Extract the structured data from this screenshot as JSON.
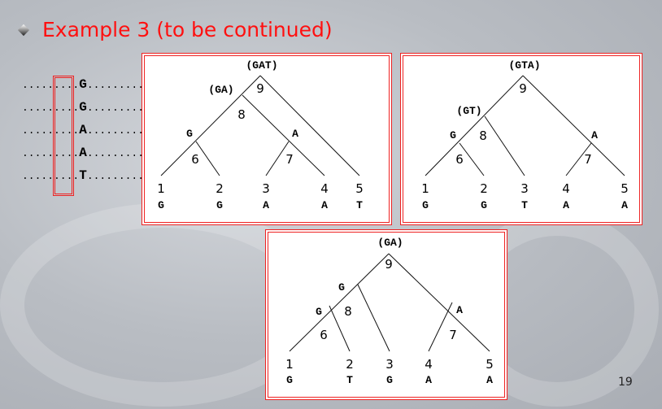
{
  "title": "Example 3 (to be continued)",
  "sequence": [
    "G",
    "G",
    "A",
    "A",
    "T"
  ],
  "dots": ".........",
  "trees": [
    {
      "nodes": {
        "root": "(GAT)",
        "n9": "9",
        "gaLabel": "(GA)",
        "n8": "8",
        "g": "G",
        "n6": "6",
        "a": "A",
        "n7": "7"
      },
      "leaves": [
        {
          "n": "1",
          "s": "G"
        },
        {
          "n": "2",
          "s": "G"
        },
        {
          "n": "3",
          "s": "A"
        },
        {
          "n": "4",
          "s": "A"
        },
        {
          "n": "5",
          "s": "T"
        }
      ]
    },
    {
      "nodes": {
        "root": "(GTA)",
        "n9": "9",
        "gtLabel": "(GT)",
        "n8": "8",
        "g": "G",
        "n6": "6",
        "a": "A",
        "n7": "7"
      },
      "leaves": [
        {
          "n": "1",
          "s": "G"
        },
        {
          "n": "2",
          "s": "G"
        },
        {
          "n": "3",
          "s": "T"
        },
        {
          "n": "4",
          "s": "A"
        },
        {
          "n": "5",
          "s": "A"
        }
      ]
    },
    {
      "nodes": {
        "root": "(GA)",
        "n9": "9",
        "gUp": "G",
        "n8": "8",
        "gLow": "G",
        "n6": "6",
        "a": "A",
        "n7": "7"
      },
      "leaves": [
        {
          "n": "1",
          "s": "G"
        },
        {
          "n": "2",
          "s": "T"
        },
        {
          "n": "3",
          "s": "G"
        },
        {
          "n": "4",
          "s": "A"
        },
        {
          "n": "5",
          "s": "A"
        }
      ]
    }
  ],
  "page_number": "19"
}
